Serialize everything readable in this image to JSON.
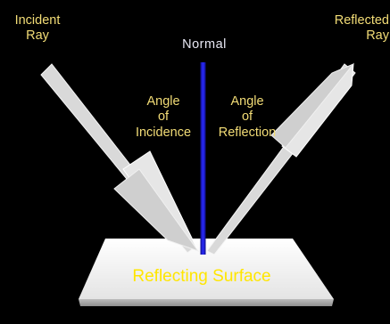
{
  "labels": {
    "incident_ray": [
      "Incident",
      "Ray"
    ],
    "reflected_ray": [
      "Reflected",
      "Ray"
    ],
    "normal": "Normal",
    "angle_of_incidence": [
      "Angle",
      "of",
      "Incidence"
    ],
    "angle_of_reflection": [
      "Angle",
      "of",
      "Reflection"
    ],
    "reflecting_surface": "Reflecting Surface"
  },
  "colors": {
    "background": "#000000",
    "label_text": "#f2dc76",
    "normal_line": "#1f1fd6",
    "surface_text": "#ffe600",
    "ray_fill": "#dcdcdc",
    "surface_fill": "#f4f4f4"
  }
}
